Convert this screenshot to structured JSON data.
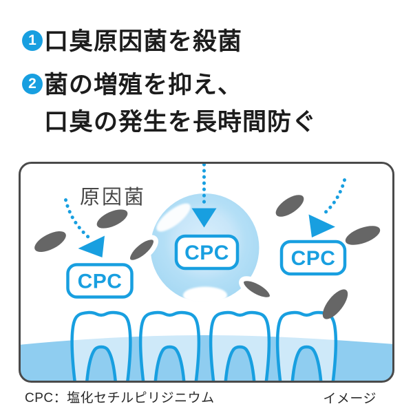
{
  "header": {
    "badge_color": "#189FE0",
    "items": [
      {
        "number": "1",
        "line1": "口臭原因菌を殺菌",
        "line2": ""
      },
      {
        "number": "2",
        "line1": "菌の増殖を抑え、",
        "line2": "口臭の発生を長時間防ぐ"
      }
    ]
  },
  "illustration": {
    "bacteria_label": "原因菌",
    "cpc_labels": [
      "CPC",
      "CPC",
      "CPC"
    ],
    "colors": {
      "accent_blue": "#189FE0",
      "bacteria_gray": "#666666",
      "bubble_blue": "#A3D7F3",
      "bubble_inner": "#D8EEFB",
      "gum_blue": "#8FCDF0",
      "tooth_below_gum": "#CEE9F9",
      "box_border": "#4A4A4A"
    }
  },
  "footer": {
    "note": "CPC：塩化セチルピリジニウム",
    "caption": "イメージ"
  }
}
